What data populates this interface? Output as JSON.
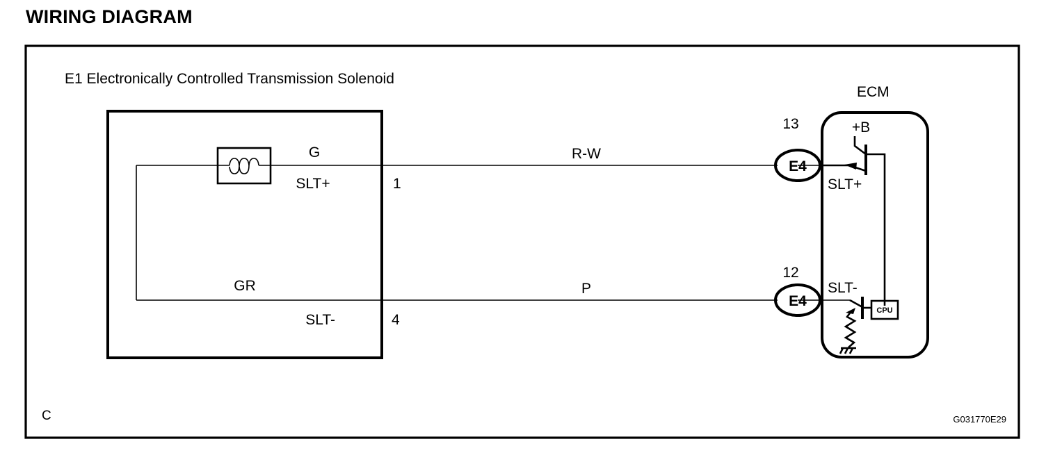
{
  "page": {
    "title": "WIRING DIAGRAM",
    "corner_letter": "C",
    "figure_code": "G031770E29",
    "background_color": "#ffffff",
    "line_color": "#000000"
  },
  "diagram": {
    "component_label": "E1 Electronically Controlled Transmission Solenoid",
    "ecm_label": "ECM",
    "cpu_label": "CPU",
    "power_label": "+B",
    "solenoid": {
      "coil_icon": "inductor-coil-icon",
      "terminals": [
        {
          "signal": "SLT+",
          "pin": "1",
          "internal_wire_color": "G"
        },
        {
          "signal": "SLT-",
          "pin": "4",
          "internal_wire_color": "GR"
        }
      ]
    },
    "harness_wires": [
      {
        "color_code": "R-W",
        "from_signal": "SLT+",
        "to_connector": "E4",
        "to_pin": "13"
      },
      {
        "color_code": "P",
        "from_signal": "SLT-",
        "to_connector": "E4",
        "to_pin": "12"
      }
    ],
    "ecm_connectors": [
      {
        "name": "E4",
        "pin": "13",
        "signal": "SLT+"
      },
      {
        "name": "E4",
        "pin": "12",
        "signal": "SLT-"
      }
    ],
    "symbols": [
      "transistor-icon",
      "resistor-icon",
      "ground-icon",
      "inductor-coil-icon"
    ]
  }
}
